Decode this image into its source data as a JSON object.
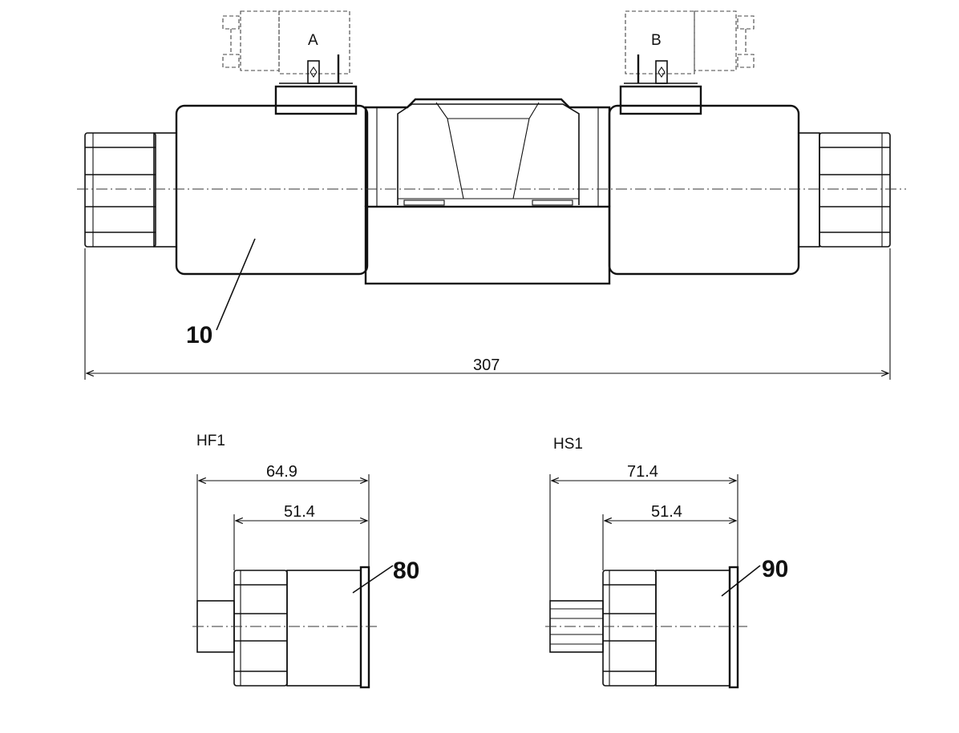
{
  "drawing": {
    "solenoid_a_label": "A",
    "solenoid_b_label": "B",
    "overall_length": "307",
    "coil_callout": "10",
    "hf1": {
      "title": "HF1",
      "dim_outer": "64.9",
      "dim_inner": "51.4",
      "callout": "80"
    },
    "hs1": {
      "title": "HS1",
      "dim_outer": "71.4",
      "dim_inner": "51.4",
      "callout": "90"
    }
  }
}
